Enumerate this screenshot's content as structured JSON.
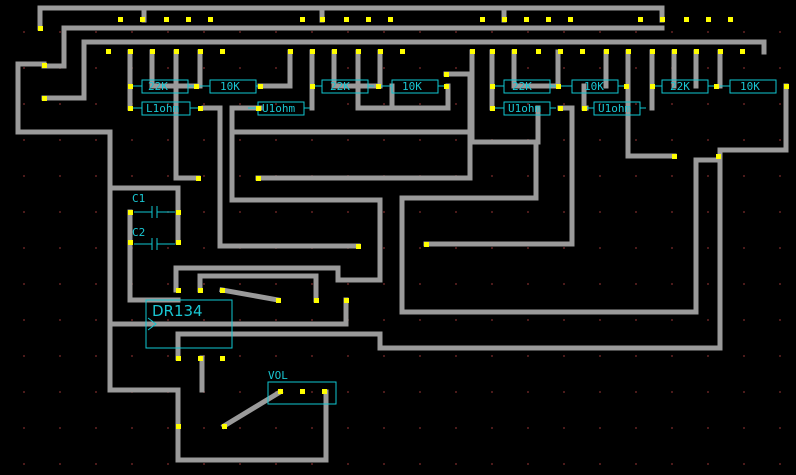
{
  "board": {
    "trace_color": "#9a9a9a",
    "pad_color": "#ffff00",
    "silk_color": "#19c6d2",
    "background": "#000000",
    "grid_dot_color": "#5a1f1f"
  },
  "labels": {
    "r1": "22K",
    "r2": "10K",
    "r3": "22K",
    "r4": "10K",
    "r5": "22K",
    "r6": "10K",
    "r7": "22K",
    "r8": "10K",
    "u1": "L1ohm",
    "u2": "U1ohm",
    "u3": "U1ohm",
    "u4": "U1ohm",
    "c1": "C1",
    "c2": "C2",
    "ic": "DR134",
    "vol": "VOL"
  }
}
